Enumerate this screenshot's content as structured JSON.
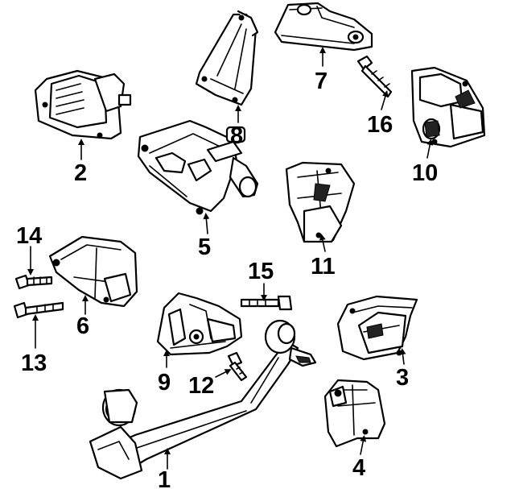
{
  "diagram": {
    "callouts": [
      {
        "id": "1",
        "text": "1"
      },
      {
        "id": "2",
        "text": "2"
      },
      {
        "id": "3",
        "text": "3"
      },
      {
        "id": "4",
        "text": "4"
      },
      {
        "id": "5",
        "text": "5"
      },
      {
        "id": "6",
        "text": "6"
      },
      {
        "id": "7",
        "text": "7"
      },
      {
        "id": "8",
        "text": "8"
      },
      {
        "id": "9",
        "text": "9"
      },
      {
        "id": "10",
        "text": "10"
      },
      {
        "id": "11",
        "text": "11"
      },
      {
        "id": "12",
        "text": "12"
      },
      {
        "id": "13",
        "text": "13"
      },
      {
        "id": "14",
        "text": "14"
      },
      {
        "id": "15",
        "text": "15"
      },
      {
        "id": "16",
        "text": "16"
      }
    ],
    "colors": {
      "ink": "#000000",
      "paper": "#ffffff"
    }
  }
}
